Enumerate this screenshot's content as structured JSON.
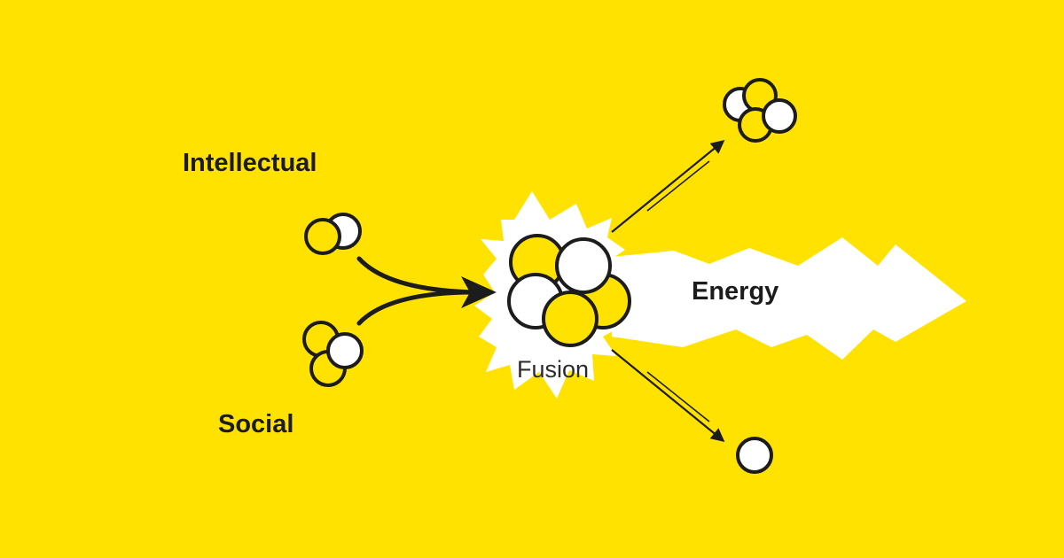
{
  "labels": {
    "intellectual": "Intellectual",
    "social": "Social",
    "fusion": "Fusion",
    "energy": "Energy"
  },
  "colors": {
    "background": "#ffe200",
    "particle_yellow": "#ffe200",
    "particle_white": "#ffffff",
    "outline": "#1c1c1c",
    "energy_arrow": "#ffffff",
    "explosion": "#ffffff"
  },
  "icons": {
    "intellectual_cluster": "two-particle-icon",
    "social_cluster": "three-particle-icon",
    "fusion_nucleus": "nucleus-icon",
    "product_cluster": "four-particle-icon",
    "product_single": "single-particle-icon"
  }
}
